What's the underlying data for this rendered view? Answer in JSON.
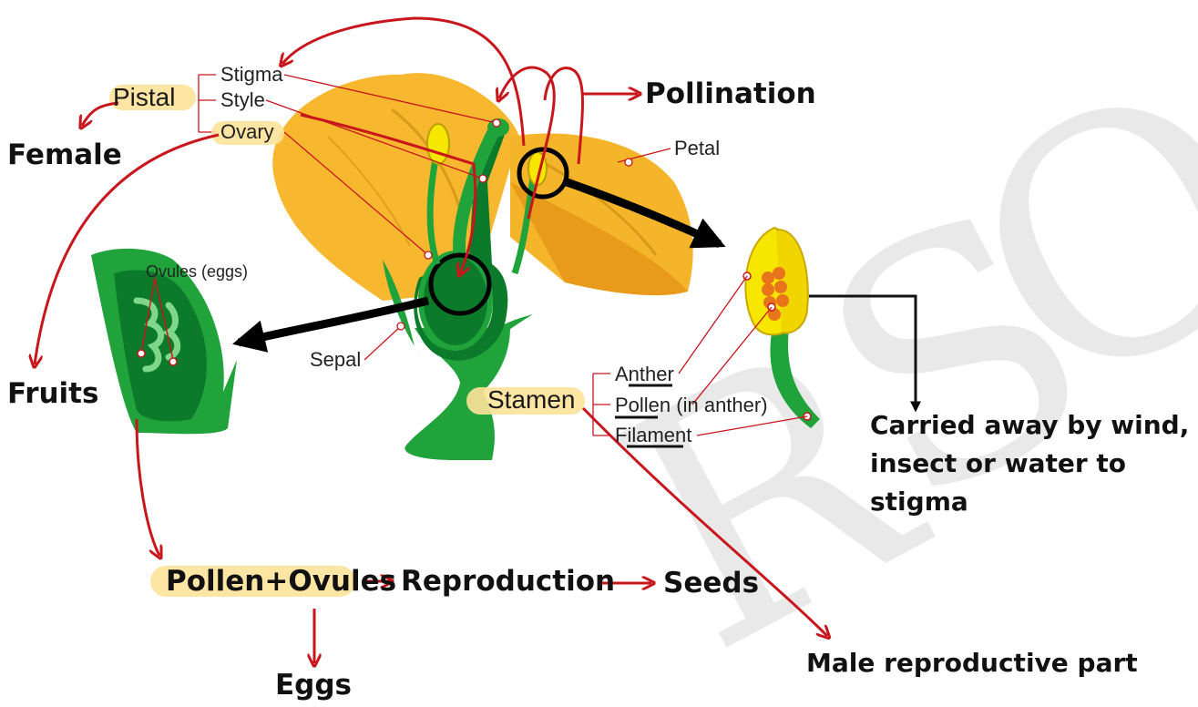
{
  "parts": {
    "stigma": "Stigma",
    "style": "Style",
    "ovary": "Ovary",
    "pistal": "Pistal",
    "petal": "Petal",
    "sepal": "Sepal",
    "ovules": "Ovules (eggs)",
    "stamen": "Stamen",
    "anther": "Anther",
    "pollen": "Pollen (in anther)",
    "filament": "Filament"
  },
  "notes": {
    "female": "Female",
    "fruits": "Fruits",
    "pollination": "Pollination",
    "carried_1": "Carried away by wind,",
    "carried_2": "insect or water to",
    "carried_3": "stigma",
    "male": "Male reproductive part",
    "pollen_ovules": "Pollen+Ovules",
    "reproduction": "Reproduction",
    "seeds": "Seeds",
    "eggs": "Eggs"
  },
  "colors": {
    "petal": "#f7b82f",
    "green": "#1fa33a",
    "dark_green": "#0b7a2a",
    "arrow_red": "#c8161d",
    "anther_yellow": "#f6e600",
    "pollen_orange": "#e8741b"
  }
}
